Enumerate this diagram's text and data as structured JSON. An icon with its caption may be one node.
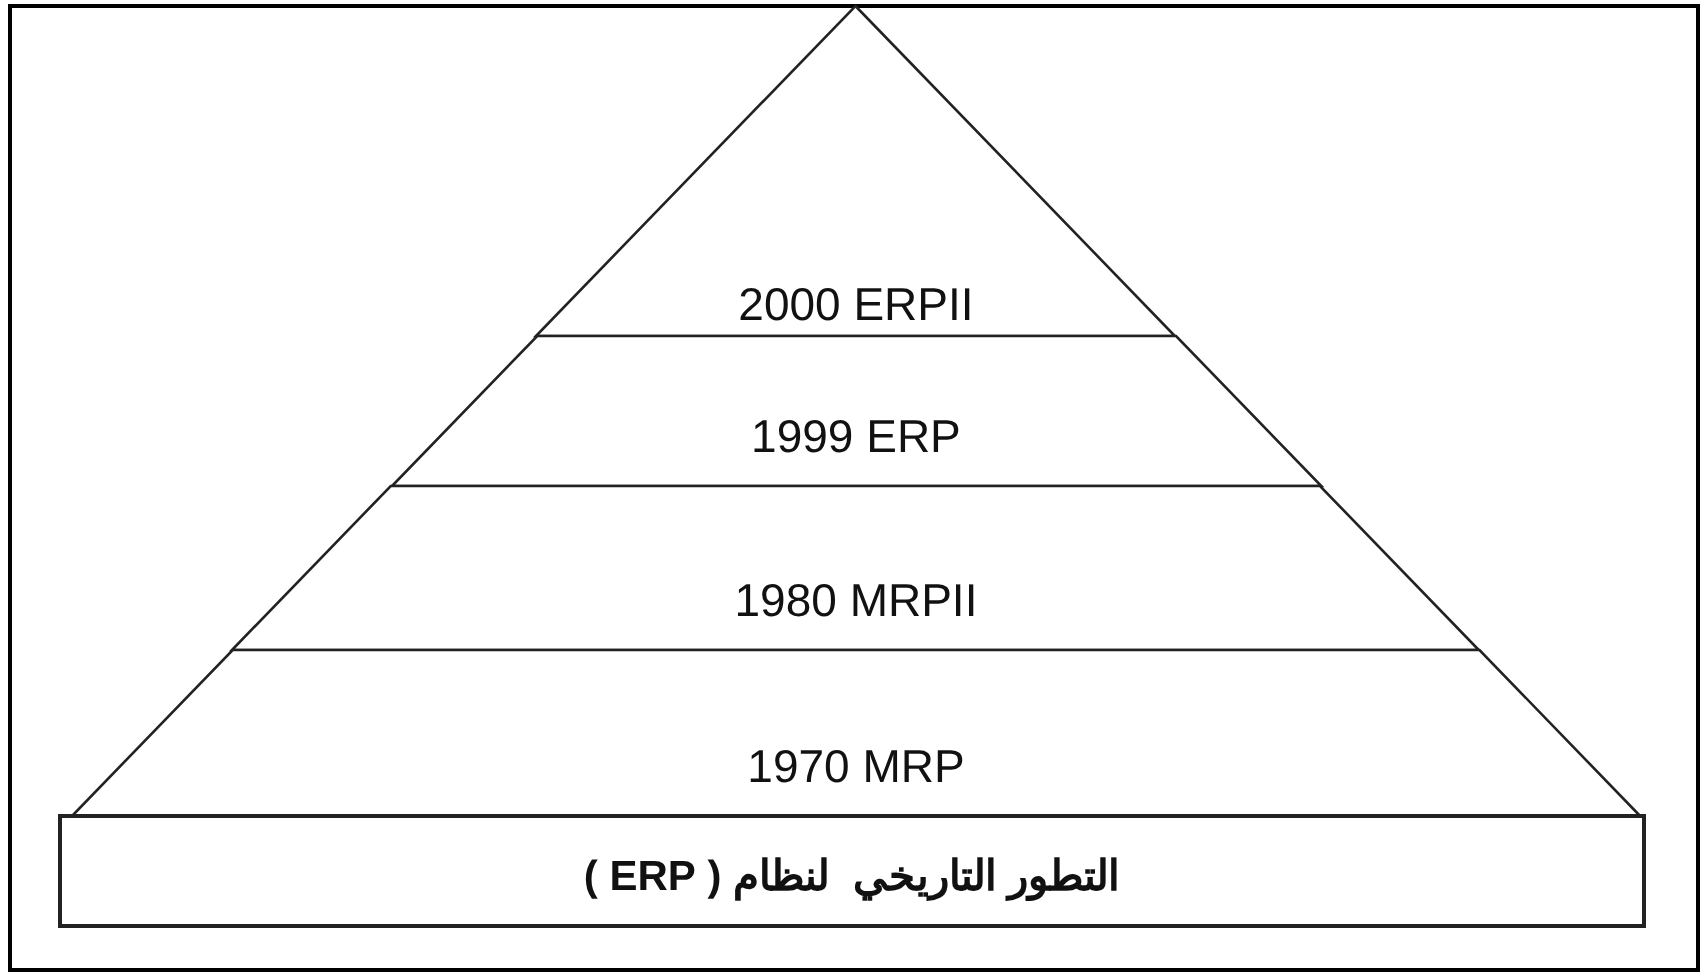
{
  "diagram": {
    "nodes": [
      {
        "text": [
          "2000 ERPII"
        ]
      },
      {
        "text": [
          "1999 ERP"
        ]
      },
      {
        "text": [
          "1980 MRPII"
        ]
      },
      {
        "text": [
          "1970 MRP"
        ]
      },
      {
        "text": [
          "التطور التاريخي  لنظام ( ERP )"
        ]
      }
    ]
  }
}
